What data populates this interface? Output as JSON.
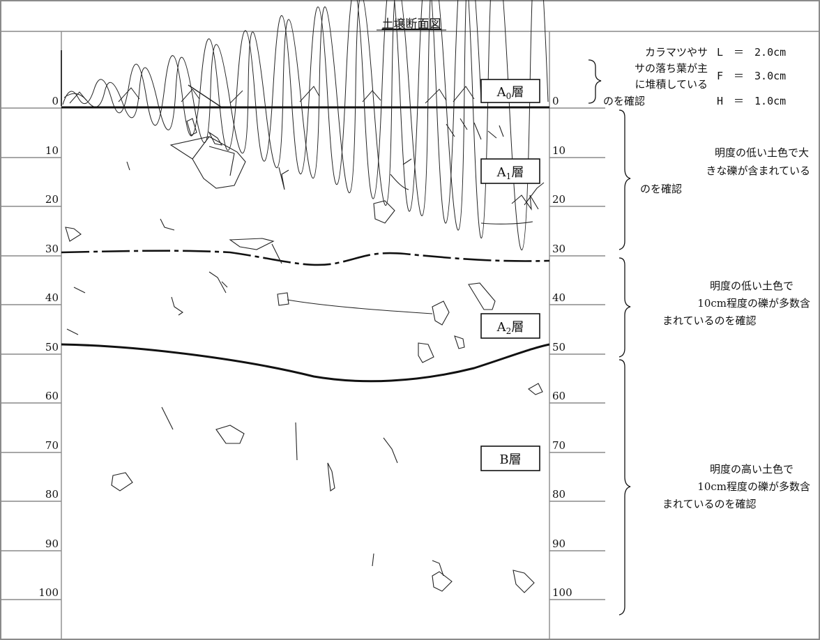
{
  "title": "土壌断面図",
  "depth_ticks": [
    "0",
    "10",
    "20",
    "30",
    "40",
    "50",
    "60",
    "70",
    "80",
    "90",
    "100"
  ],
  "layers": {
    "a0": {
      "prefix": "A",
      "sub": "0",
      "suffix": "層"
    },
    "a1": {
      "prefix": "A",
      "sub": "1",
      "suffix": "層"
    },
    "a2": {
      "prefix": "A",
      "sub": "2",
      "suffix": "層"
    },
    "b": {
      "prefix": "B",
      "sub": "",
      "suffix": "層"
    }
  },
  "notes": {
    "a0": [
      "カラマツやサ",
      "サの落ち葉が主",
      "に堆積している",
      "のを確認"
    ],
    "a0_thickness": [
      "L　＝　2.0cm",
      "F　＝　3.0cm",
      "H　＝　1.0cm"
    ],
    "a1": [
      "明度の低い土色で大",
      "きな礫が含まれている",
      "のを確認"
    ],
    "a2": [
      "明度の低い土色で",
      "10cm程度の礫が多数含",
      "まれているのを確認"
    ],
    "b": [
      "明度の高い土色で",
      "10cm程度の礫が多数含",
      "まれているのを確認"
    ]
  }
}
